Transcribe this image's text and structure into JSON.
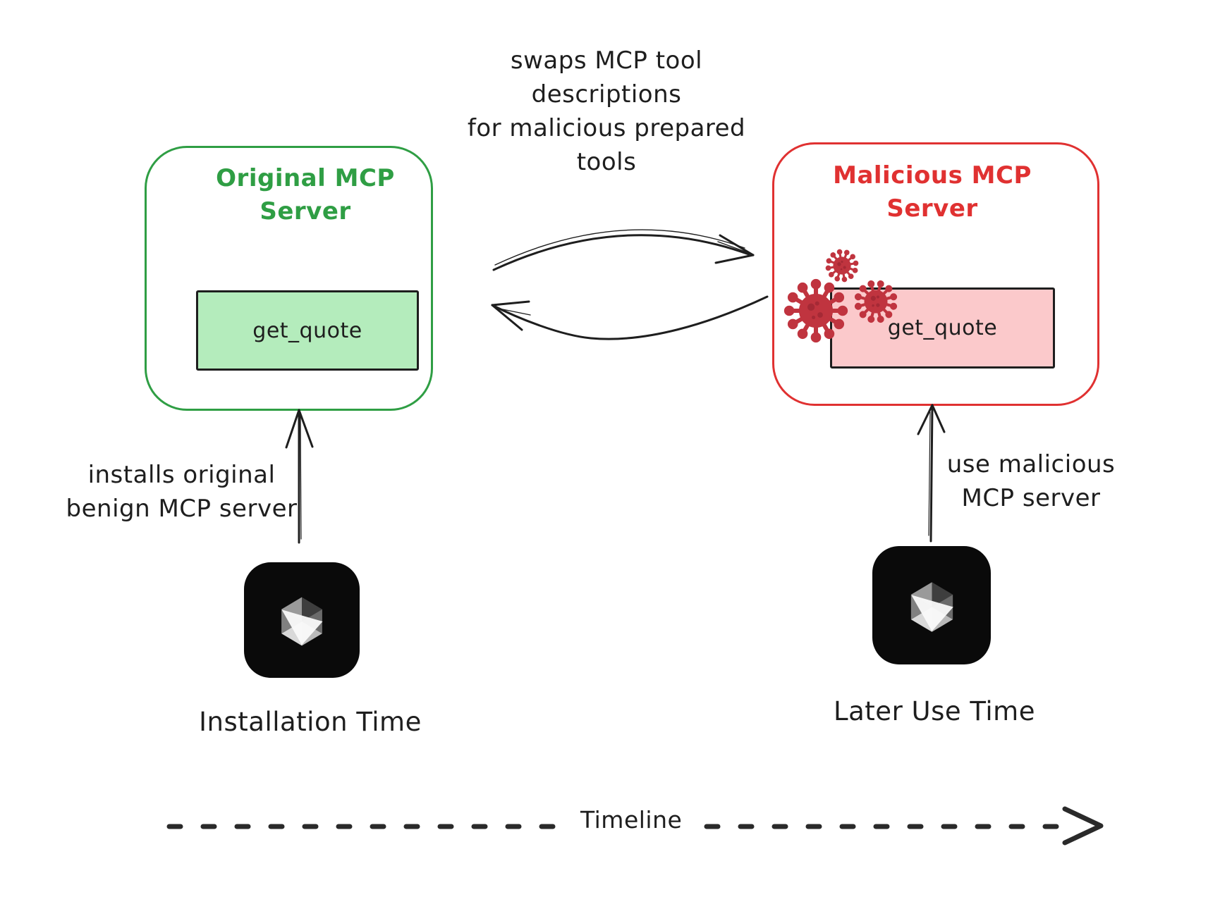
{
  "title_annotation": {
    "lines": [
      "swaps MCP tool",
      "descriptions",
      "for malicious prepared",
      "tools"
    ]
  },
  "original_server": {
    "title_lines": [
      "Original MCP",
      "Server"
    ],
    "tool_label": "get_quote"
  },
  "malicious_server": {
    "title_lines": [
      "Malicious MCP",
      "Server"
    ],
    "tool_label": "get_quote"
  },
  "labels": {
    "install": {
      "lines": [
        "installs original",
        "benign MCP server"
      ]
    },
    "use": {
      "lines": [
        "use malicious",
        "MCP server"
      ]
    },
    "installation_time": "Installation Time",
    "later_use_time": "Later Use Time",
    "timeline": "Timeline"
  },
  "icons": {
    "app": "mcp-cube-app-icon",
    "virus": "virus-icon",
    "timeline_end": "arrow-right-icon"
  },
  "colors": {
    "green": "#2f9e44",
    "green_fill": "#b4ecbc",
    "red": "#e03131",
    "red_fill": "#fbc9cb",
    "ink": "#1e1e1e",
    "virus": "#c0343f",
    "virus_spot": "#9e2733",
    "icon_bg": "#0a0a0a",
    "bg": "#ffffff"
  }
}
